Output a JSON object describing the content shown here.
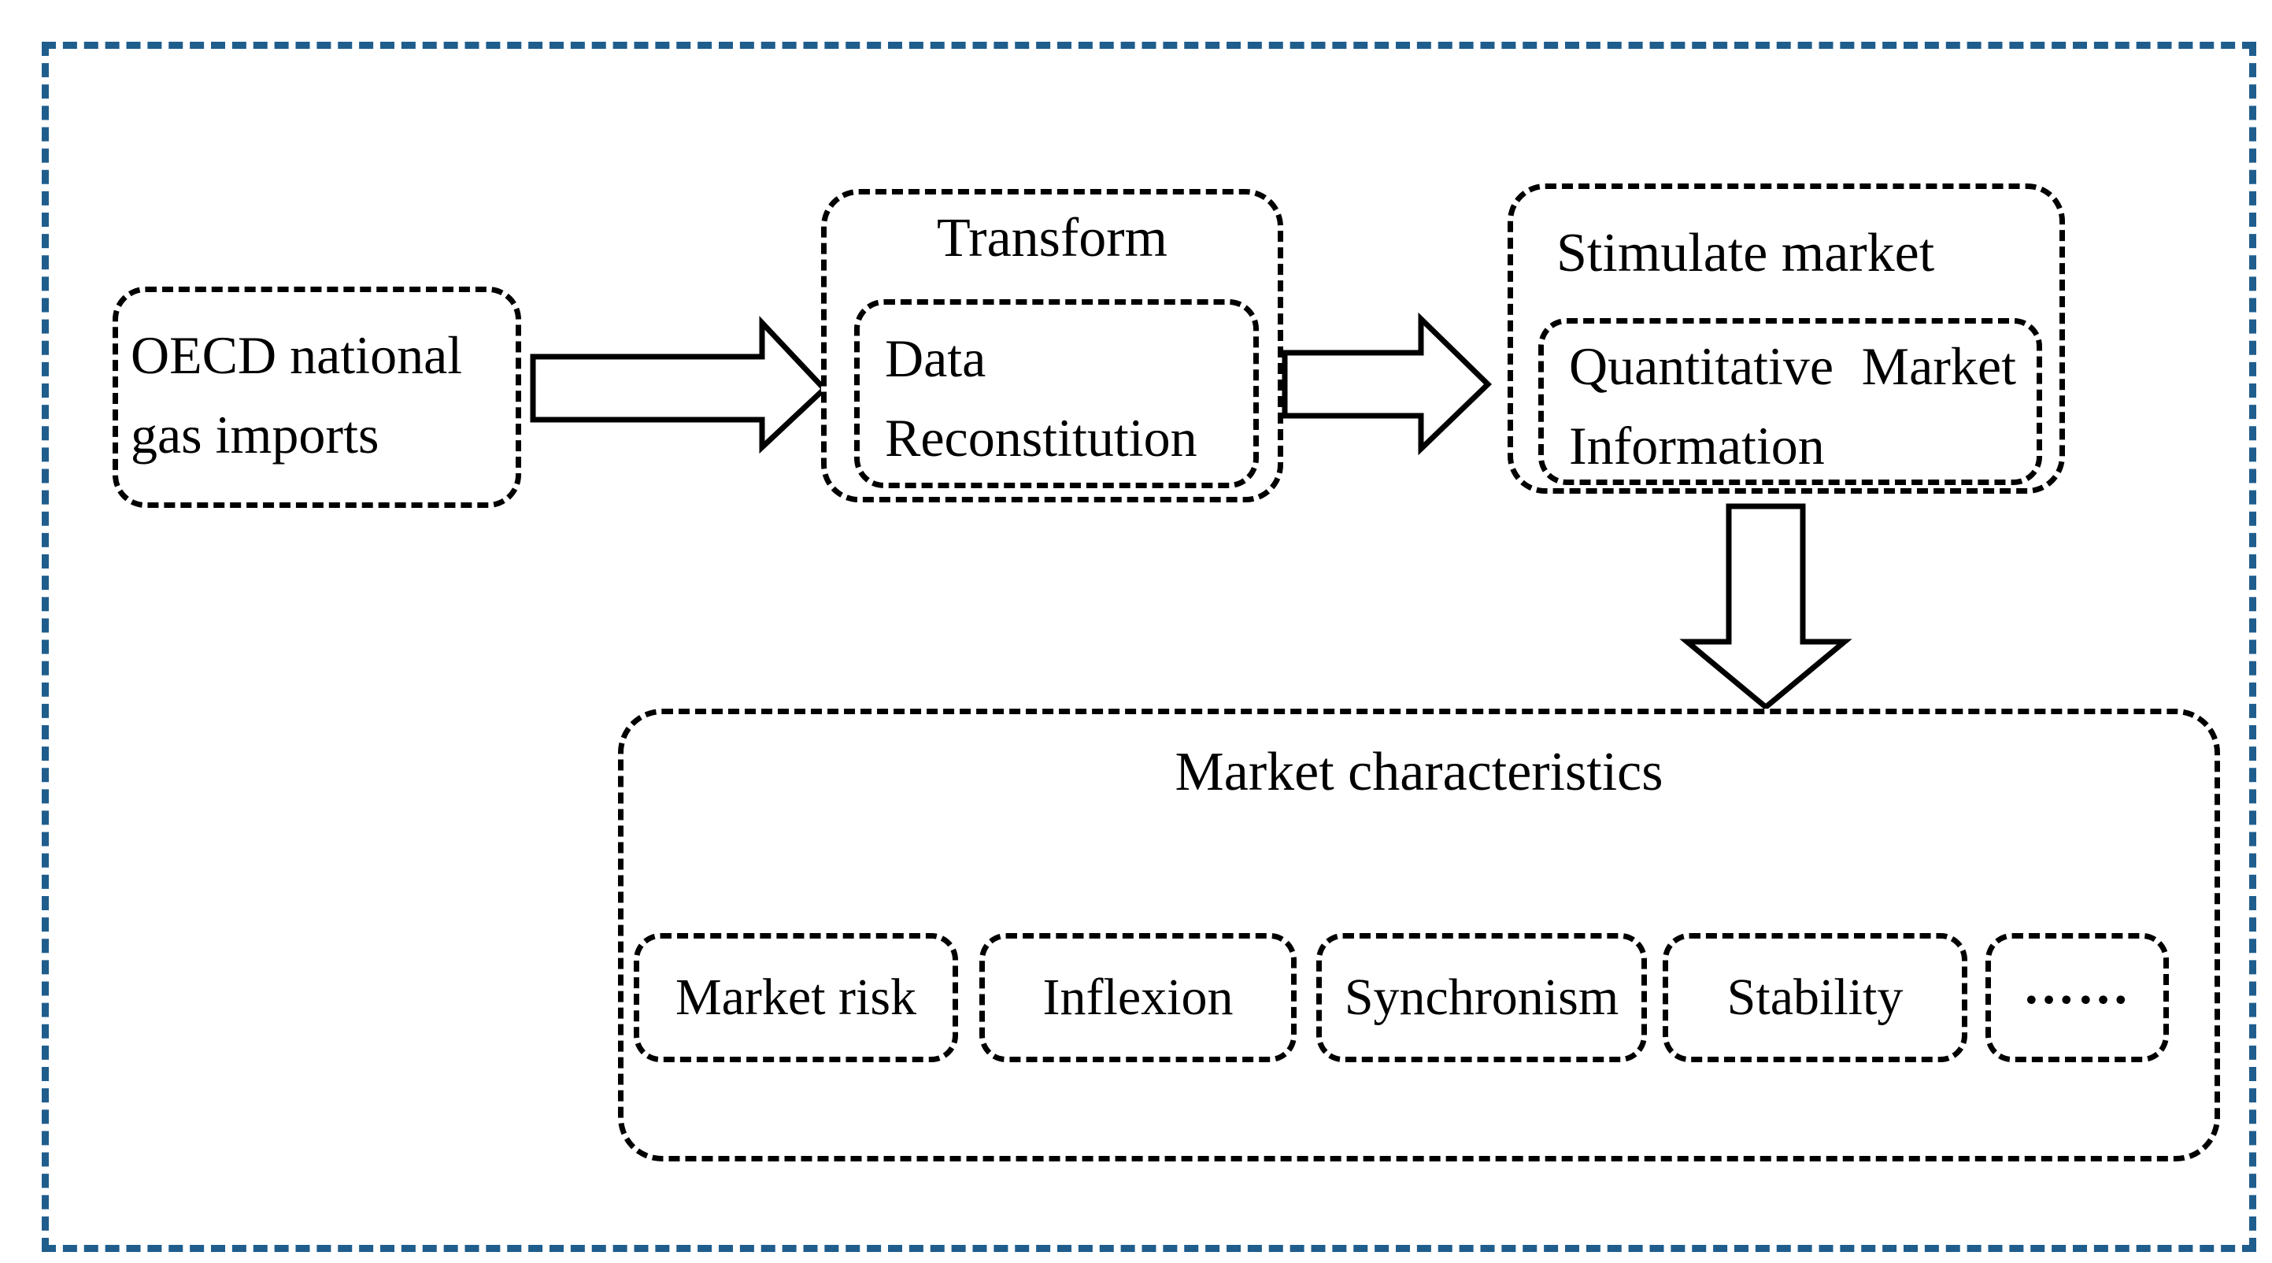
{
  "colors": {
    "frame_blue": "#1f5d8d",
    "line_black": "#000000"
  },
  "icons": {
    "flow_arrow_1": "arrow-right",
    "flow_arrow_2": "arrow-right",
    "flow_arrow_3": "arrow-down"
  },
  "diagram": {
    "source": {
      "label": "OECD national gas imports"
    },
    "transform": {
      "title": "Transform",
      "inner_label": "Data Reconstitution"
    },
    "stimulate": {
      "title": "Stimulate market",
      "inner_label": "Quantitative Market Information"
    },
    "market": {
      "title": "Market characteristics",
      "items": [
        "Market risk",
        "Inflexion",
        "Synchronism",
        "Stability",
        "……"
      ]
    }
  }
}
